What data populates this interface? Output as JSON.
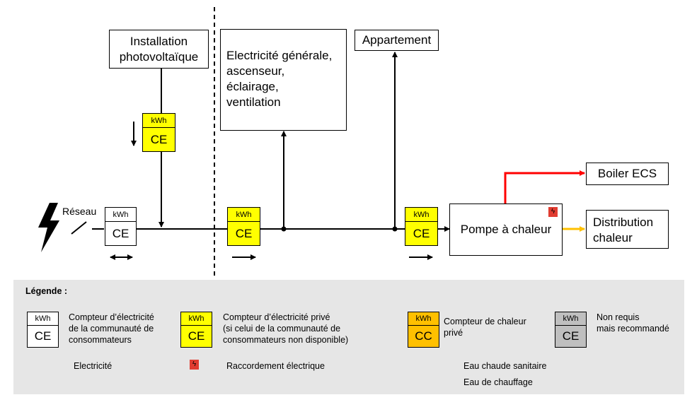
{
  "diagram": {
    "colors": {
      "meter_white": "#ffffff",
      "meter_yellow": "#ffff00",
      "meter_orange": "#ffc000",
      "meter_grey": "#bfbfbf",
      "hot_water": "#ff0000",
      "heating_water": "#ffc000",
      "electric_badge": "#e03c31"
    },
    "icons": [
      "lightning-icon",
      "switch-icon",
      "electric-connection-icon"
    ],
    "network_label": "Réseau",
    "boxes": {
      "pv": "Installation\nphotovoltaïque",
      "general": "Electricité générale,\nascenseur,\néclairage,\nventilation",
      "apartment": "Appartement",
      "heatpump": "Pompe à chaleur",
      "boiler": "Boiler ECS",
      "distribution": "Distribution\nchaleur"
    },
    "meter_unit": "kWh",
    "meter_ce": "CE",
    "meter_cc": "CC"
  },
  "legend": {
    "title": "Légende :",
    "community_meter": "Compteur d’électricité\nde la communauté de\nconsommateurs",
    "private_meter": "Compteur d’électricité privé\n(si celui de la communauté de\nconsommateurs non disponible)",
    "heat_meter": "Compteur de chaleur\nprivé",
    "recommended_meter": "Non requis\nmais recommandé",
    "electricity": "Electricité",
    "electric_connection": "Raccordement électrique",
    "hot_water": "Eau chaude sanitaire",
    "heating_water": "Eau de chauffage"
  }
}
